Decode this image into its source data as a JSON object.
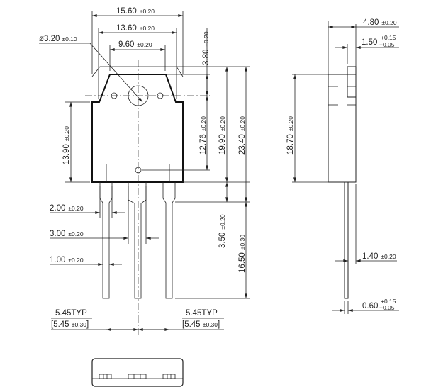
{
  "title": "Package outline drawing (TO-3P style), dimensions in mm",
  "front_view": {
    "dim_width_total": {
      "value": "15.60",
      "tol": "±0.20"
    },
    "dim_width_tab": {
      "value": "13.60",
      "tol": "±0.20"
    },
    "dim_width_top": {
      "value": "9.60",
      "tol": "±0.20"
    },
    "dim_hole_dia": {
      "value": "ø3.20",
      "tol": "±0.10"
    },
    "dim_hole_to_top": {
      "value": "3.80",
      "tol": "±0.20"
    },
    "dim_hole_to_bottom_hole": {
      "value": "12.76",
      "tol": "±0.20"
    },
    "dim_body_height": {
      "value": "19.90",
      "tol": "±0.20"
    },
    "dim_total_height": {
      "value": "23.40",
      "tol": "±0.20"
    },
    "dim_body_lower": {
      "value": "13.90",
      "tol": "±0.20"
    },
    "dim_lead_shoulder": {
      "value": "3.50",
      "tol": "±0.20"
    },
    "dim_lead_length": {
      "value": "16.50",
      "tol": "±0.30"
    },
    "dim_lead_w1": {
      "value": "2.00",
      "tol": "±0.20"
    },
    "dim_lead_w2": {
      "value": "3.00",
      "tol": "±0.20"
    },
    "dim_lead_w3": {
      "value": "1.00",
      "tol": "±0.20"
    },
    "pitch_left": {
      "typ": "5.45TYP",
      "range_open": "[5.45 ",
      "tol": "±0.30",
      "range_close": "]"
    },
    "pitch_right": {
      "typ": "5.45TYP",
      "range_open": "[5.45 ",
      "tol": "±0.30",
      "range_close": "]"
    }
  },
  "side_view": {
    "dim_thickness": {
      "value": "4.80",
      "tol": "±0.20"
    },
    "dim_tab": {
      "value": "1.50",
      "tol_plus": "+0.15",
      "tol_minus": "−0.05"
    },
    "dim_height": {
      "value": "18.70",
      "tol": "±0.20"
    },
    "dim_lead_offset": {
      "value": "1.40",
      "tol": "±0.20"
    },
    "dim_lead_thickness": {
      "value": "0.60",
      "tol_plus": "+0.15",
      "tol_minus": "−0.05"
    }
  }
}
